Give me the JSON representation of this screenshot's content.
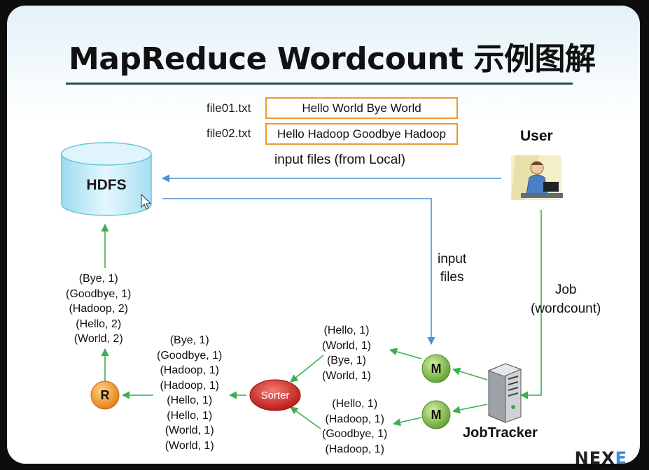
{
  "title": "MapReduce Wordcount 示例图解",
  "files": [
    {
      "name": "file01.txt",
      "content": "Hello World Bye World"
    },
    {
      "name": "file02.txt",
      "content": "Hello Hadoop Goodbye Hadoop"
    }
  ],
  "hdfs_label": "HDFS",
  "user_label": "User",
  "input_local_label": "input files (from Local)",
  "input_files_label": [
    "input",
    "files"
  ],
  "job_label": [
    "Job",
    "(wordcount)"
  ],
  "jobtracker_label": "JobTracker",
  "mapper_label": "M",
  "reducer_label": "R",
  "sorter_label": "Sorter",
  "map1_output": [
    "(Hello, 1)",
    "(World, 1)",
    "(Bye, 1)",
    "(World, 1)"
  ],
  "map2_output": [
    "(Hello, 1)",
    "(Hadoop, 1)",
    "(Goodbye, 1)",
    "(Hadoop, 1)"
  ],
  "sorted_output": [
    "(Bye, 1)",
    "(Goodbye, 1)",
    "(Hadoop, 1)",
    "(Hadoop, 1)",
    "(Hello, 1)",
    "(Hello, 1)",
    "(World, 1)",
    "(World, 1)"
  ],
  "reduce_output": [
    "(Bye, 1)",
    "(Goodbye, 1)",
    "(Hadoop, 2)",
    "(Hello, 2)",
    "(World, 2)"
  ],
  "logo": {
    "main": "NEX",
    "accent": "E"
  },
  "colors": {
    "file_border": "#f2962b",
    "flow_blue": "#4a90d9",
    "flow_green": "#3cb050",
    "mapper": "#6db33f",
    "reducer": "#f08c1e",
    "sorter": "#d8231f"
  }
}
